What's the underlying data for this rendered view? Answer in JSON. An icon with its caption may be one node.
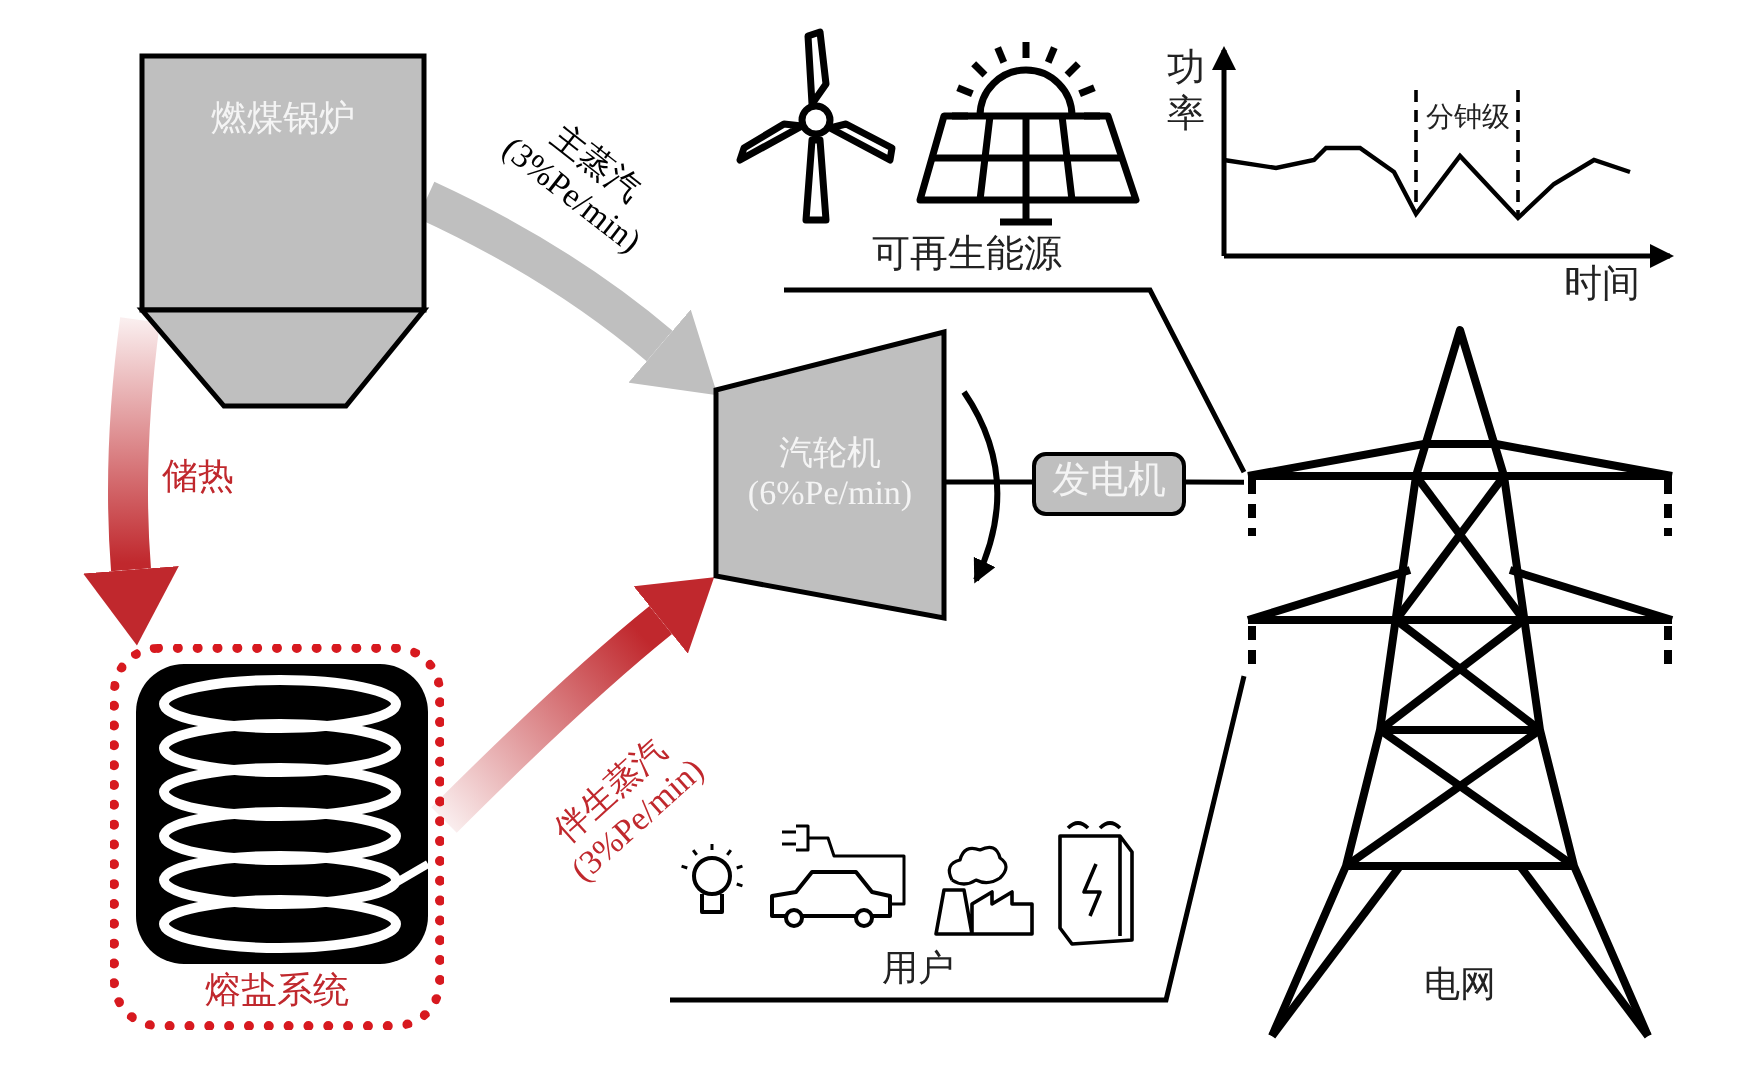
{
  "diagram": {
    "nodes": [
      {
        "text": [
          "燃煤锅炉"
        ]
      },
      {
        "text": [
          "汽轮机 (6%Pe/min)"
        ]
      },
      {
        "text": [
          "发电机"
        ]
      },
      {
        "text": [
          "熔盐系统"
        ]
      },
      {
        "text": [
          "可再生能源"
        ]
      },
      {
        "text": [
          "用户"
        ]
      },
      {
        "text": [
          "电网"
        ]
      }
    ],
    "edges": [
      {
        "from": 0,
        "to": 1,
        "arrow": "to",
        "label": "主蒸汽 (3%Pe/min)",
        "style": "thick",
        "color": "#bfbfbf"
      },
      {
        "from": 0,
        "to": 3,
        "arrow": "to",
        "label": "储热",
        "style": "thick",
        "color": "#c0282d"
      },
      {
        "from": 3,
        "to": 1,
        "arrow": "to",
        "label": "伴生蒸汽 (3%Pe/min)",
        "style": "thick",
        "color": "#c0282d"
      },
      {
        "from": 1,
        "to": 2,
        "arrow": "none"
      },
      {
        "from": 2,
        "to": 6,
        "arrow": "none"
      },
      {
        "from": 4,
        "to": 6,
        "arrow": "none"
      },
      {
        "from": 5,
        "to": 6,
        "arrow": "none"
      }
    ],
    "labels": [
      "功率",
      "分钟级",
      "时间"
    ]
  }
}
